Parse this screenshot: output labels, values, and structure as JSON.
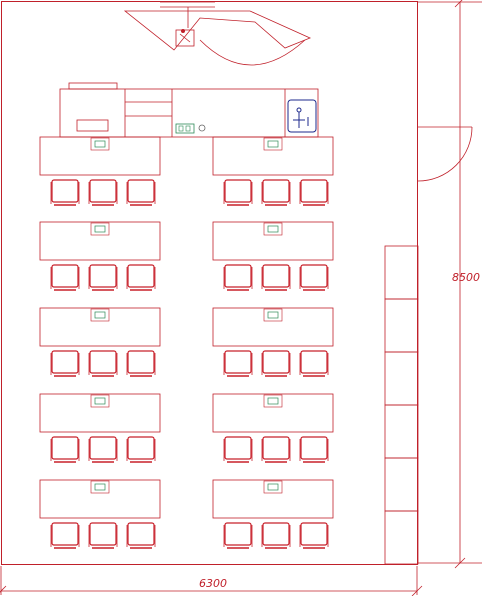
{
  "dimensions": {
    "width_label": "6300",
    "height_label": "8500"
  },
  "colors": {
    "line": "#c0202a",
    "chair": "#c8202a",
    "socket": "#2e8b57",
    "sink": "#1e2a8c"
  },
  "desk_rows": 5,
  "desk_columns": 2,
  "chairs_per_desk": 3,
  "locker_count": 6
}
